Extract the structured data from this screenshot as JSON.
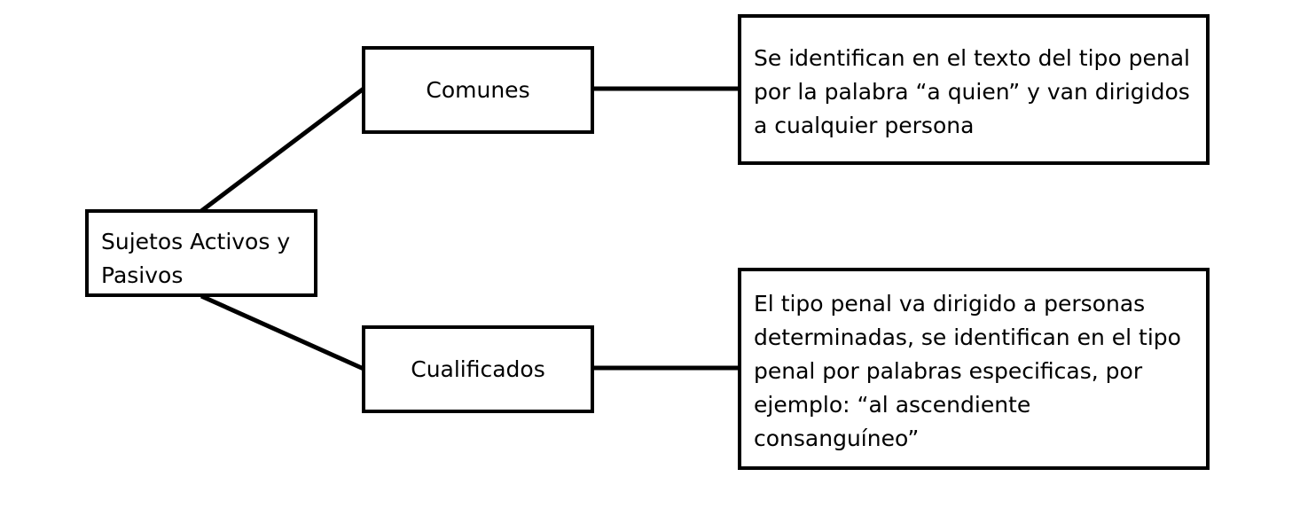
{
  "diagram": {
    "type": "concept-tree",
    "root": {
      "id": "root",
      "label": "Sujetos Activos y Pasivos"
    },
    "branches": [
      {
        "id": "comunes",
        "label": "Comunes",
        "description": "Se identifican en el texto del tipo penal por la palabra “a quien” y van dirigidos a cualquier persona"
      },
      {
        "id": "cualificados",
        "label": "Cualificados",
        "description": "El tipo penal va dirigido a personas determinadas, se identifican en el tipo penal por palabras especificas, por ejemplo: “al ascendiente consanguíneo”"
      }
    ],
    "edges": [
      {
        "from": "root",
        "to": "comunes"
      },
      {
        "from": "root",
        "to": "cualificados"
      },
      {
        "from": "comunes",
        "to": "desc-comunes"
      },
      {
        "from": "cualificados",
        "to": "desc-cualificados"
      }
    ],
    "colors": {
      "stroke": "#000000",
      "fill": "#ffffff",
      "text": "#000000"
    }
  }
}
